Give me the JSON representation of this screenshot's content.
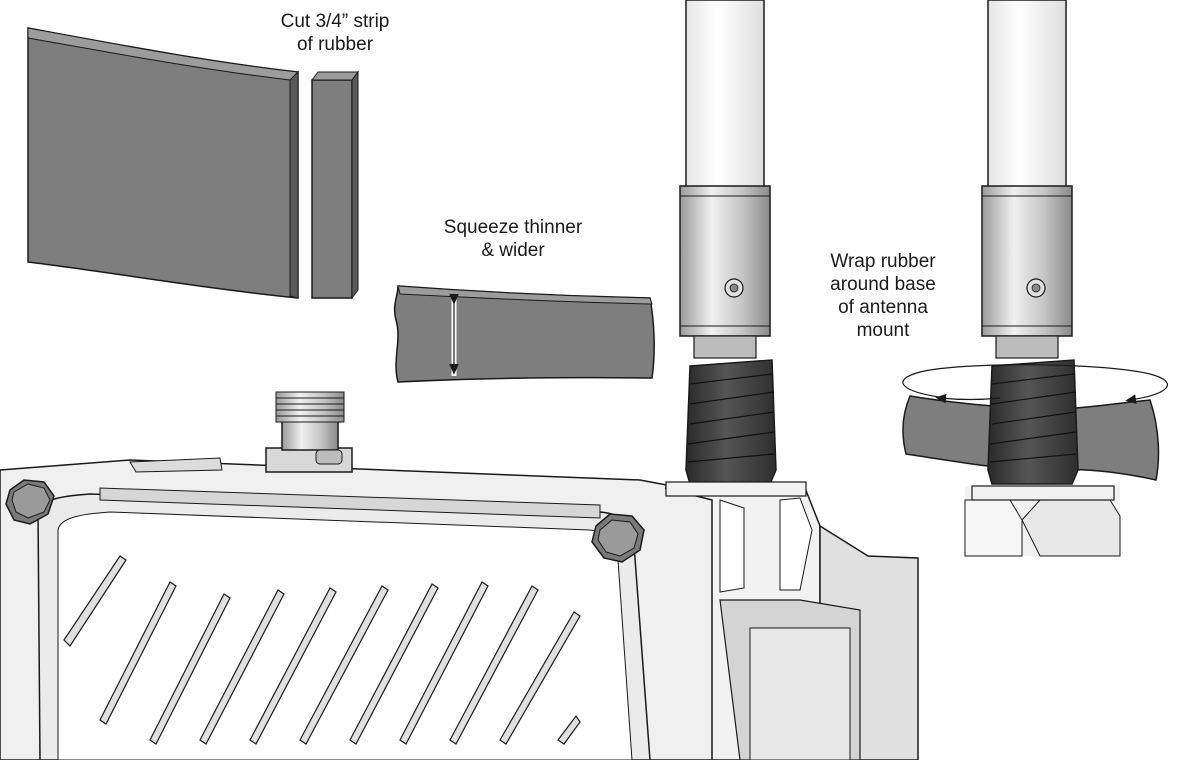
{
  "labels": {
    "cut_strip": "Cut 3/4” strip\nof rubber",
    "squeeze": "Squeeze thinner\n& wider",
    "wrap": "Wrap rubber\naround base\nof antenna\nmount"
  },
  "colors": {
    "rubber": "#7e7e7e",
    "rubber_edge": "#5a5a5a",
    "tape": "#3d3d3d",
    "metal": "#c8c8c8",
    "white_body": "#f2f2f2",
    "outline": "#1a1a1a"
  }
}
